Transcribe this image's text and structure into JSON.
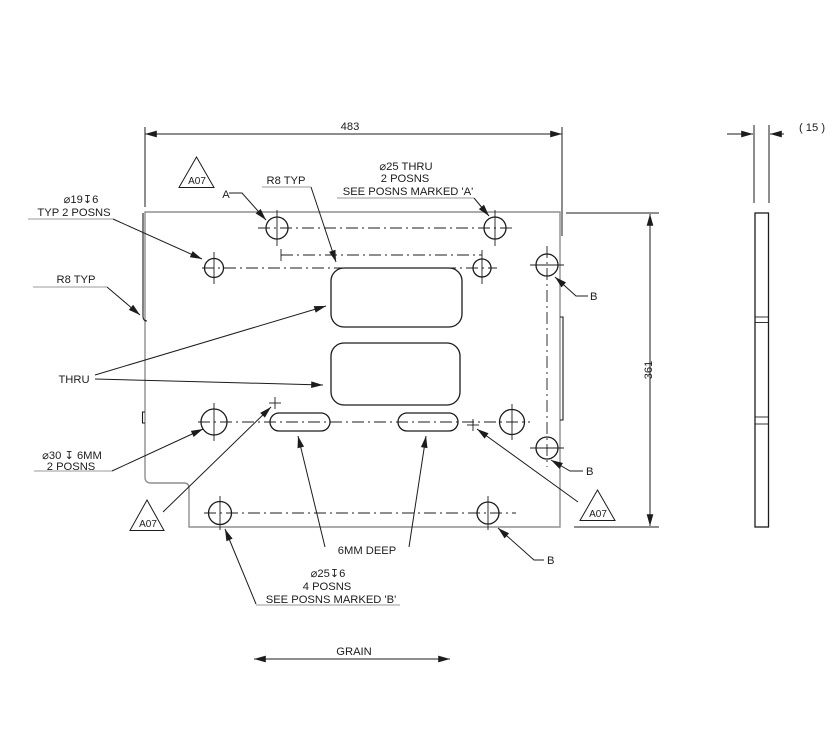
{
  "front_view": {
    "dim_width": "483",
    "dim_height": "361",
    "grain_label": "GRAIN",
    "datum_label": "A",
    "flags": [
      "A07",
      "A07",
      "A07"
    ],
    "b_labels": [
      "B",
      "B",
      "B"
    ],
    "notes": {
      "r8_top": "R8 TYP",
      "r8_left": "R8 TYP",
      "thru": "THRU",
      "holes_a": [
        "⌀25 THRU",
        "2 POSNS",
        "SEE POSNS MARKED 'A'"
      ],
      "holes_19": [
        "⌀19↧6",
        "TYP 2 POSNS"
      ],
      "holes_30": [
        "⌀30 ↧ 6MM",
        "2 POSNS"
      ],
      "slots_depth": "6MM DEEP",
      "holes_b": [
        "⌀25↧6",
        "4 POSNS",
        "SEE POSNS MARKED 'B'"
      ]
    }
  },
  "side_view": {
    "dim_thickness": "( 15 )"
  }
}
